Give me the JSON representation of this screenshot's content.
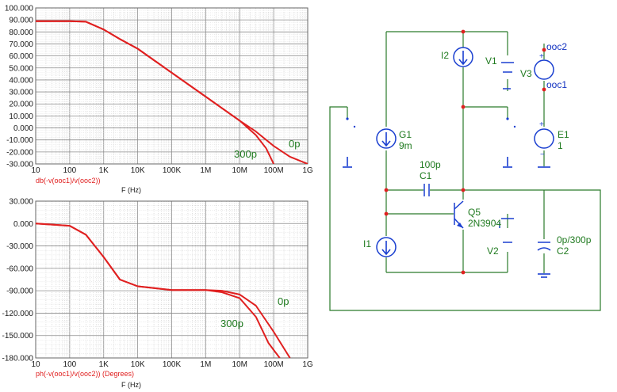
{
  "chart_data": [
    {
      "type": "line",
      "xscale": "log",
      "xlim": [
        "10",
        "1G"
      ],
      "x_ticks": [
        "10",
        "100",
        "1K",
        "10K",
        "100K",
        "1M",
        "10M",
        "100M",
        "1G"
      ],
      "ylim": [
        -30,
        100
      ],
      "y_ticks": [
        "100.000",
        "90.000",
        "80.000",
        "70.000",
        "60.000",
        "50.000",
        "40.000",
        "30.000",
        "20.000",
        "10.000",
        "0.000",
        "-10.000",
        "-20.000",
        "-30.000"
      ],
      "ylabel": "db(-v(ooc1)/v(ooc2))",
      "xlabel": "F (Hz)",
      "grid": true,
      "series": [
        {
          "name": "0p",
          "x": [
            10,
            100,
            300,
            1000,
            3000,
            10000,
            100000,
            1000000,
            10000000,
            30000000,
            100000000,
            300000000,
            1000000000
          ],
          "y": [
            89,
            89,
            88.5,
            82,
            74,
            66,
            46,
            26,
            6,
            -3,
            -15,
            -24,
            -30
          ]
        },
        {
          "name": "300p",
          "x": [
            10,
            100,
            300,
            1000,
            3000,
            10000,
            100000,
            1000000,
            10000000,
            30000000,
            60000000,
            100000000
          ],
          "y": [
            89,
            89,
            88.5,
            82,
            74,
            66,
            46,
            26,
            6,
            -6,
            -17,
            -30
          ]
        }
      ],
      "annotations": [
        "0p",
        "300p"
      ]
    },
    {
      "type": "line",
      "xscale": "log",
      "xlim": [
        "10",
        "1G"
      ],
      "x_ticks": [
        "10",
        "100",
        "1K",
        "10K",
        "100K",
        "1M",
        "10M",
        "100M",
        "1G"
      ],
      "ylim": [
        -180,
        30
      ],
      "y_ticks": [
        "30.000",
        "0.000",
        "-30.000",
        "-60.000",
        "-90.000",
        "-120.000",
        "-150.000",
        "-180.000"
      ],
      "ylabel": "ph(-v(ooc1)/v(ooc2)) (Degrees)",
      "xlabel": "F (Hz)",
      "grid": true,
      "series": [
        {
          "name": "0p",
          "x": [
            10,
            100,
            300,
            1000,
            3000,
            10000,
            100000,
            1000000,
            3000000,
            10000000,
            30000000,
            100000000,
            300000000
          ],
          "y": [
            0,
            -3,
            -15,
            -45,
            -75,
            -84,
            -89,
            -89,
            -90,
            -95,
            -110,
            -145,
            -180
          ]
        },
        {
          "name": "300p",
          "x": [
            10,
            100,
            300,
            1000,
            3000,
            10000,
            100000,
            1000000,
            3000000,
            10000000,
            30000000,
            70000000,
            150000000
          ],
          "y": [
            0,
            -3,
            -15,
            -45,
            -75,
            -84,
            -89,
            -89,
            -92,
            -100,
            -125,
            -160,
            -180
          ]
        }
      ],
      "annotations": [
        "0p",
        "300p"
      ]
    }
  ],
  "schematic": {
    "labels": {
      "i2": "I2",
      "v1": "V1",
      "ooc2": "ooc2",
      "v3": "V3",
      "ooc1": "ooc1",
      "g1_name": "G1",
      "g1_value": "9m",
      "e1_name": "E1",
      "e1_value": "1",
      "c1_value": "100p",
      "c1_name": "C1",
      "q5_name": "Q5",
      "q5_model": "2N3904",
      "i1": "I1",
      "v2": "V2",
      "c2_value": "0p/300p",
      "c2_name": "C2"
    },
    "colors": {
      "wire": "#2a7a2a",
      "component": "#1a3fd0",
      "node": "#e02020",
      "label": "#1f7a1f"
    }
  },
  "colors": {
    "trace": "#e02020",
    "grid": "#b0b0b0",
    "annotation": "#1f7a1f"
  }
}
